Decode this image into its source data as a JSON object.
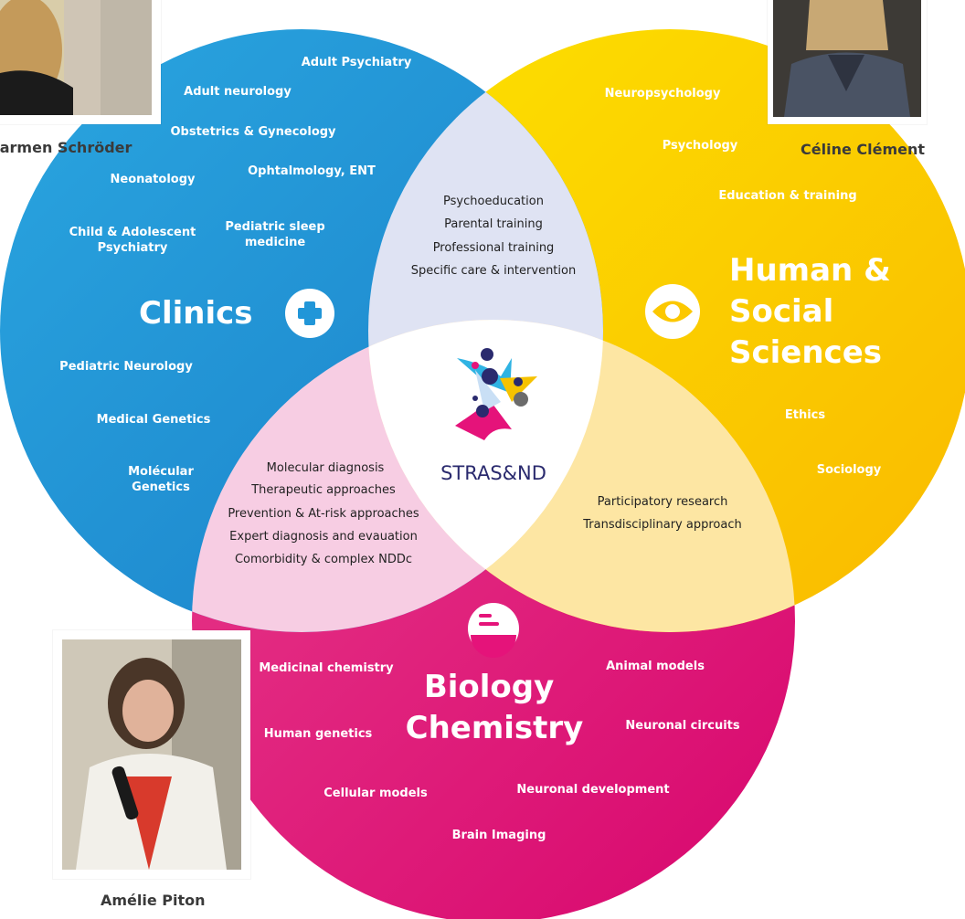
{
  "people": {
    "clinics_lead": "Carmen Schröder",
    "hss_lead": "Céline Clément",
    "biology_lead": "Amélie Piton"
  },
  "colors": {
    "clinics": "#2196d8",
    "hss": "#fcc800",
    "biology": "#e5137a",
    "overlap_clinics_hss": "#dfe3f3",
    "overlap_clinics_bio": "#f7cde3",
    "overlap_hss_bio": "#fde6a3",
    "center": "#ffffff"
  },
  "clinics": {
    "title": "Clinics",
    "icon": "plus-icon",
    "specialties": [
      "Adult Psychiatry",
      "Adult neurology",
      "Obstetrics & Gynecology",
      "Neonatology",
      "Ophtalmology, ENT",
      "Child & Adolescent\nPsychiatry",
      "Pediatric sleep\nmedicine",
      "Pediatric Neurology",
      "Medical Genetics",
      "Molécular\nGenetics"
    ]
  },
  "hss": {
    "title": "Human &\nSocial\nSciences",
    "icon": "eye-icon",
    "specialties": [
      "Neuropsychology",
      "Psychology",
      "Education & training",
      "Ethics",
      "Sociology"
    ]
  },
  "biology": {
    "title": "Biology\nChemistry",
    "icon": "flask-icon",
    "specialties": [
      "Medicinal chemistry",
      "Animal models",
      "Human genetics",
      "Neuronal circuits",
      "Cellular models",
      "Neuronal development",
      "Brain Imaging"
    ]
  },
  "overlaps": {
    "clinics_hss": [
      "Psychoeducation",
      "Parental training",
      "Professional training",
      "Specific care & intervention"
    ],
    "clinics_bio": [
      "Molecular diagnosis",
      "Therapeutic approaches",
      "Prevention & At-risk approaches",
      "Expert diagnosis and evauation",
      "Comorbidity & complex NDDc"
    ],
    "hss_bio": [
      "Participatory research",
      "Transdisciplinary approach"
    ]
  },
  "logo": {
    "text": "STRAS&ND"
  }
}
